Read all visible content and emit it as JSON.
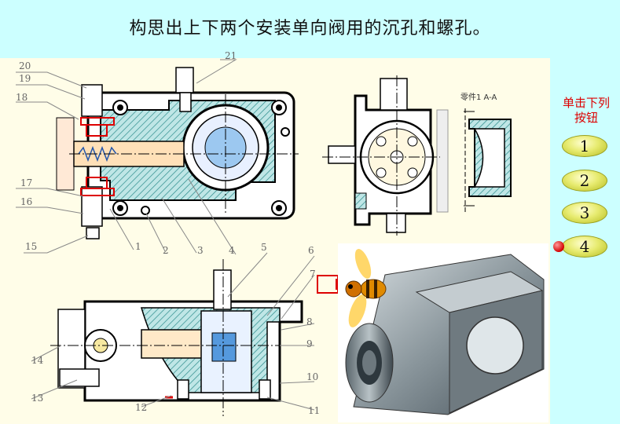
{
  "title": "构思出上下两个安装单向阀用的沉孔和螺孔。",
  "section_label": "零件1  A-A",
  "sidenote": "单击下列按钮",
  "buttons": [
    "1",
    "2",
    "3",
    "4"
  ],
  "active_button": "4",
  "part_numbers": [
    "20",
    "19",
    "18",
    "17",
    "16",
    "15",
    "21",
    "1",
    "2",
    "3",
    "4",
    "5",
    "6",
    "7",
    "8",
    "9",
    "10",
    "11",
    "12",
    "13",
    "14"
  ],
  "colors": {
    "background": "#ccffff",
    "drawing_bg": "#fffde8",
    "highlight": "#dd0000",
    "hatch": "#3aa0a0",
    "button": "#e7eb70"
  },
  "icons": [
    "bee-icon",
    "active-dot-icon"
  ]
}
